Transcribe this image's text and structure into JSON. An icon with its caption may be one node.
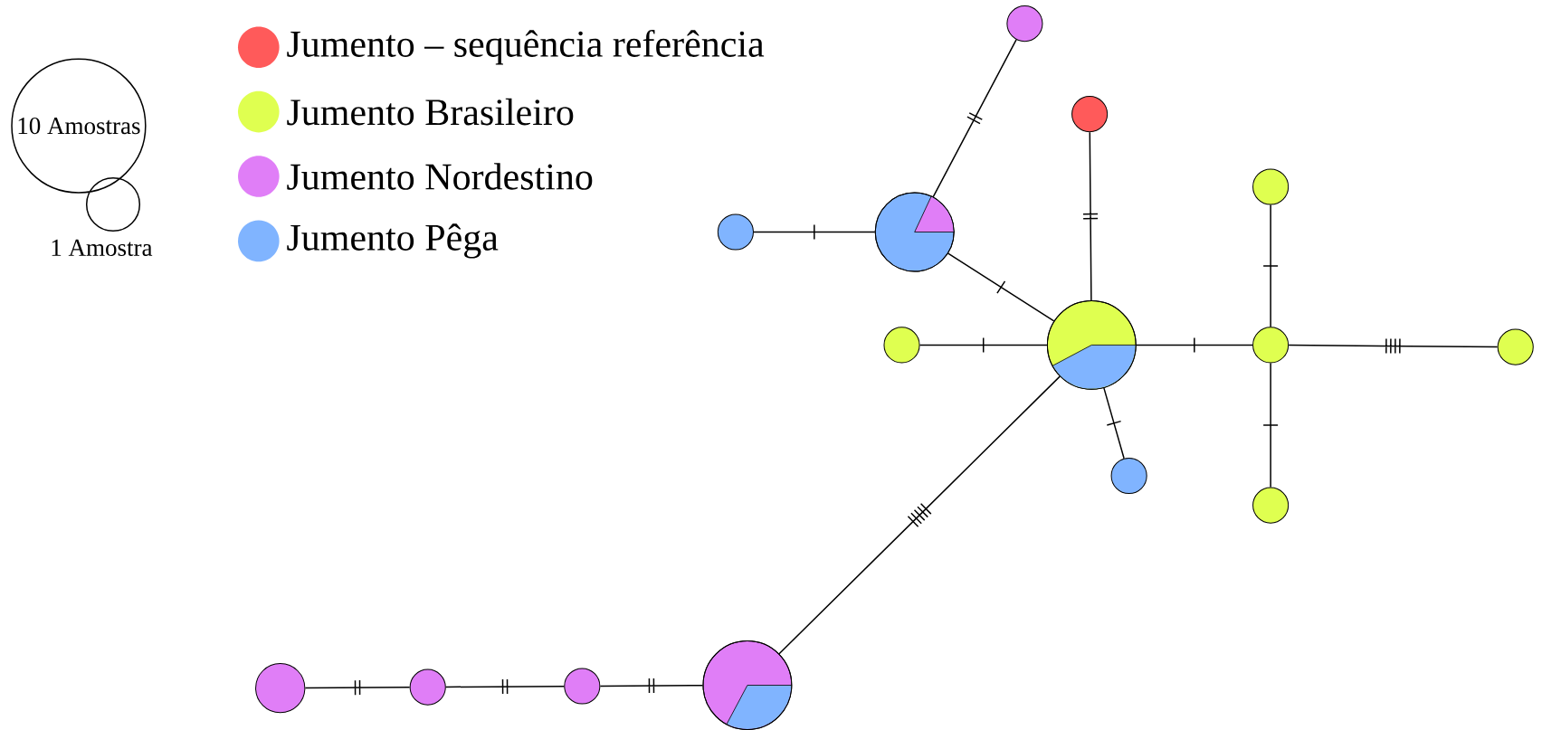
{
  "diagram": {
    "nodes": [
      {
        "text": [],
        "shape": "circle"
      },
      {
        "text": [],
        "shape": "circle"
      },
      {
        "text": [],
        "shape": "circle"
      },
      {
        "text": [],
        "shape": "circle"
      },
      {
        "text": [],
        "shape": "circle"
      },
      {
        "text": [],
        "shape": "circle"
      },
      {
        "text": [],
        "shape": "circle"
      },
      {
        "text": [],
        "shape": "circle"
      },
      {
        "text": [],
        "shape": "circle"
      },
      {
        "text": [],
        "shape": "circle"
      },
      {
        "text": [],
        "shape": "circle"
      },
      {
        "text": [],
        "shape": "circle"
      },
      {
        "text": [],
        "shape": "circle"
      },
      {
        "text": [],
        "shape": "circle"
      },
      {
        "text": [],
        "shape": "circle"
      }
    ],
    "edges": [
      {
        "from": 3,
        "to": 0,
        "arrow": "none"
      },
      {
        "from": 6,
        "to": 1,
        "arrow": "none"
      },
      {
        "from": 3,
        "to": 2,
        "arrow": "none"
      },
      {
        "from": 6,
        "to": 3,
        "arrow": "none"
      },
      {
        "from": 6,
        "to": 5,
        "arrow": "none"
      },
      {
        "from": 6,
        "to": 7,
        "arrow": "none"
      },
      {
        "from": 7,
        "to": 4,
        "arrow": "none"
      },
      {
        "from": 7,
        "to": 8,
        "arrow": "none"
      },
      {
        "from": 7,
        "to": 10,
        "arrow": "none"
      },
      {
        "from": 6,
        "to": 9,
        "arrow": "none"
      },
      {
        "from": 6,
        "to": 11,
        "arrow": "none"
      },
      {
        "from": 11,
        "to": 12,
        "arrow": "none"
      },
      {
        "from": 12,
        "to": 13,
        "arrow": "none"
      },
      {
        "from": 13,
        "to": 14,
        "arrow": "none"
      }
    ],
    "labels": [
      "10 Amostras",
      "1 Amostra"
    ],
    "legend": [
      {
        "text": "Jumento – sequência referência",
        "color": "#ff5a5a"
      },
      {
        "text": "Jumento Brasileiro",
        "color": "#dfff50"
      },
      {
        "text": "Jumento Nordestino",
        "color": "#e07ef7"
      },
      {
        "text": "Jumento Pêga",
        "color": "#80b4ff"
      }
    ]
  }
}
